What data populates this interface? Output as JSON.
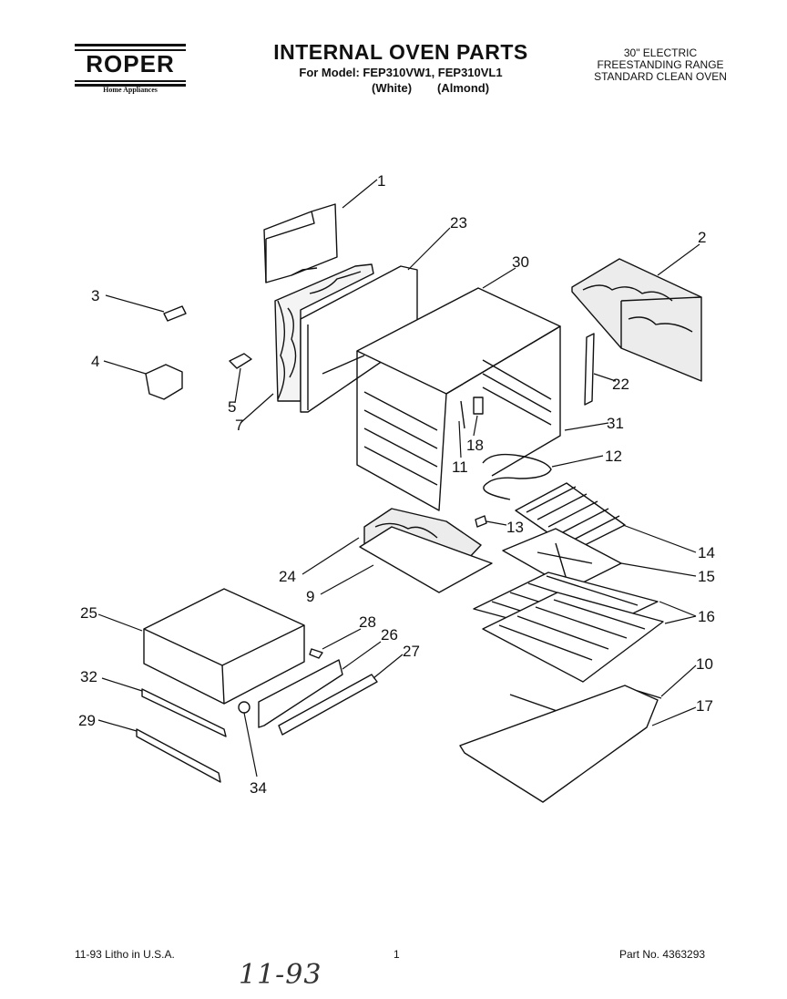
{
  "header": {
    "brand": "ROPER",
    "brand_tagline": "Home Appliances",
    "title": "INTERNAL OVEN PARTS",
    "model_line": "For Model: FEP310VW1, FEP310VL1",
    "variant_white": "(White)",
    "variant_almond": "(Almond)",
    "description": [
      "30\" ELECTRIC",
      "FREESTANDING RANGE",
      "STANDARD CLEAN OVEN"
    ]
  },
  "callouts": [
    "1",
    "23",
    "30",
    "2",
    "3",
    "4",
    "5",
    "7",
    "22",
    "31",
    "18",
    "11",
    "12",
    "13",
    "14",
    "15",
    "16",
    "24",
    "9",
    "25",
    "28",
    "26",
    "27",
    "32",
    "29",
    "34",
    "10",
    "17"
  ],
  "footer": {
    "litho": "11-93 Litho in U.S.A.",
    "page": "1",
    "part_no": "Part No. 4363293",
    "handwritten": "11-93"
  }
}
